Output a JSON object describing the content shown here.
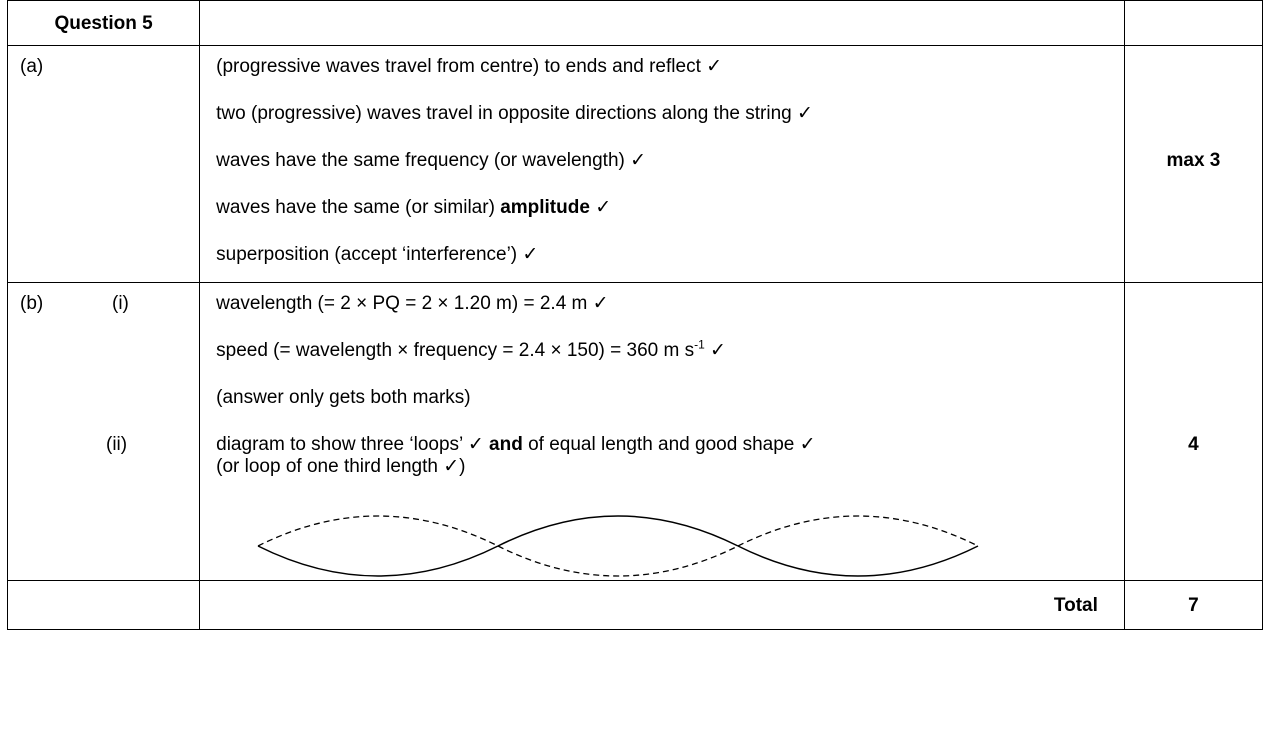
{
  "header": {
    "question": "Question 5"
  },
  "part_a": {
    "label": "(a)",
    "lines": [
      "(progressive waves travel from centre) to ends and reflect ✓",
      "two (progressive) waves travel in opposite directions along the string ✓",
      "waves have the same frequency (or wavelength) ✓",
      "waves have the same (or similar) ",
      "superposition (accept ‘interference’) ✓"
    ],
    "line4_bold": "amplitude",
    "line4_tail": " ✓",
    "mark": "max 3"
  },
  "part_b": {
    "label": "(b)",
    "sub_i": "(i)",
    "sub_ii": "(ii)",
    "i_line1": "wavelength (= 2 × PQ = 2 × 1.20 m) = 2.4 m ✓",
    "i_line2_pre": "speed (= wavelength × frequency = 2.4 × 150) = 360 m s",
    "i_line2_sup": "-1",
    "i_line2_post": " ✓",
    "i_line3": "(answer only gets both marks)",
    "ii_line1_pre": "diagram to show three ‘loops’ ✓ ",
    "ii_line1_bold": "and",
    "ii_line1_post": " of equal length and good shape ✓",
    "ii_line2": "(or loop of one third length ✓)",
    "mark": "4"
  },
  "total": {
    "label": "Total",
    "value": "7"
  }
}
